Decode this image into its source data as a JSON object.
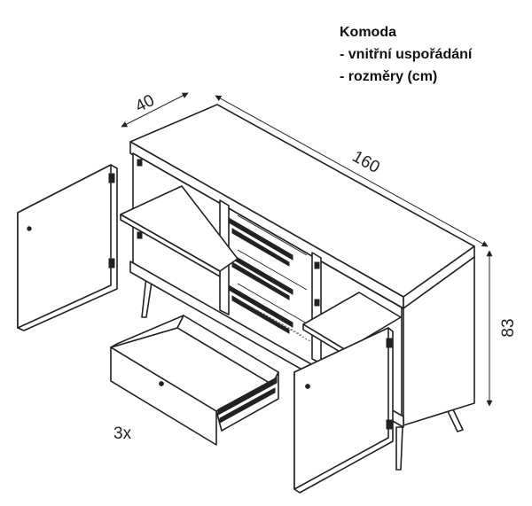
{
  "legend": {
    "title": "Komoda",
    "line1": "- vnitřní uspořádání",
    "line2": "- rozměry (cm)"
  },
  "dimensions": {
    "depth": "40",
    "width": "160",
    "height": "83"
  },
  "drawer_count": "3x"
}
